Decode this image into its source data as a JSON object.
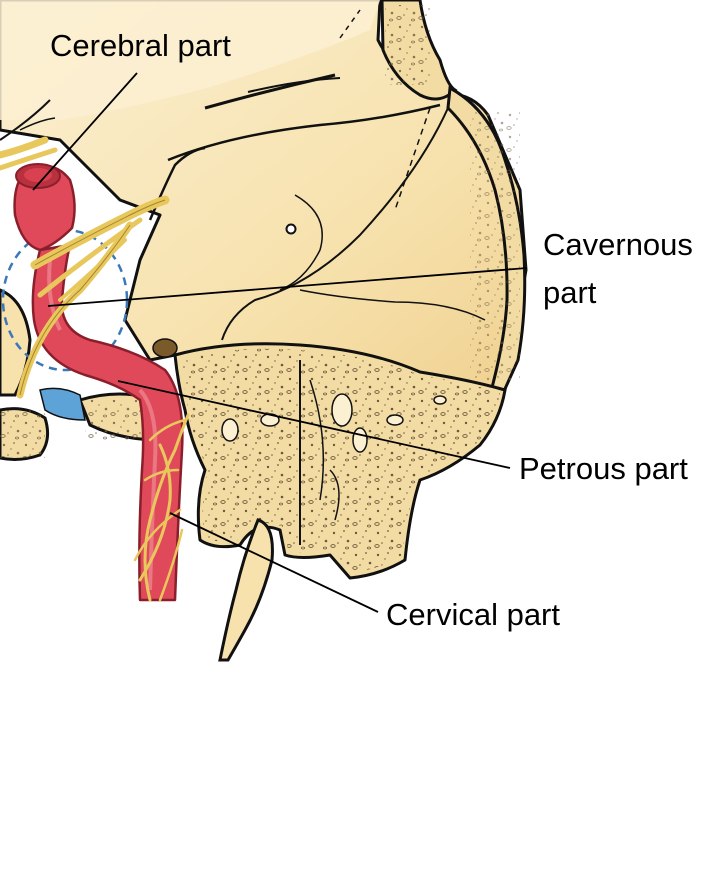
{
  "labels": {
    "cerebral": "Cerebral part",
    "cavernous_line1": "Cavernous",
    "cavernous_line2": "part",
    "petrous": "Petrous part",
    "cervical": "Cervical part"
  },
  "colors": {
    "bone": "#f7e2ae",
    "bone_light": "#fbf0d2",
    "bone_shadow": "#eccc8a",
    "artery": "#e0495a",
    "artery_dark": "#b9303f",
    "artery_light": "#f08b93",
    "nerve": "#f0d470",
    "sinus_fill": "#5ea3d8",
    "sinus_dash": "#3a78b8",
    "outline": "#111111",
    "leader": "#000000"
  }
}
